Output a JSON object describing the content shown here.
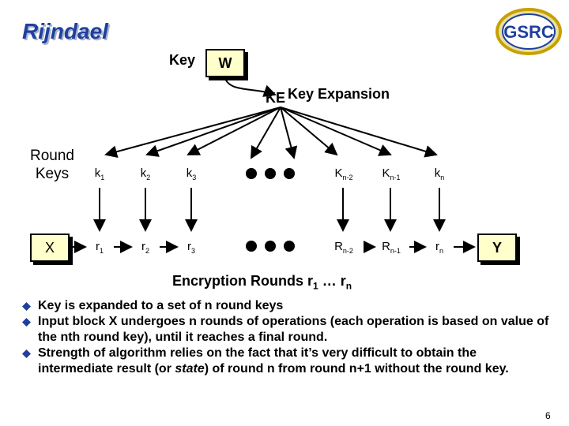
{
  "title": "Rijndael",
  "logo_text": "GSRC",
  "key_label": "Key",
  "w_label": "W",
  "ke_label": "KE",
  "key_expansion_label": "Key Expansion",
  "round_keys_label": [
    "Round",
    "Keys"
  ],
  "x_label": "X",
  "y_label": "Y",
  "key_cells": [
    {
      "base": "k",
      "sub": "1"
    },
    {
      "base": "k",
      "sub": "2"
    },
    {
      "base": "k",
      "sub": "3"
    },
    {
      "base": "K",
      "sub": "n-2"
    },
    {
      "base": "K",
      "sub": "n-1"
    },
    {
      "base": "k",
      "sub": "n"
    }
  ],
  "round_cells": [
    {
      "base": "r",
      "sub": "1"
    },
    {
      "base": "r",
      "sub": "2"
    },
    {
      "base": "r",
      "sub": "3"
    },
    {
      "base": "R",
      "sub": "n-2"
    },
    {
      "base": "R",
      "sub": "n-1"
    },
    {
      "base": "r",
      "sub": "n"
    }
  ],
  "encryption_rounds": {
    "prefix": "Encryption Rounds r",
    "sub1": "1",
    "mid": " … r",
    "sub2": "n"
  },
  "bullets": [
    [
      "Key is expanded to a set of n round keys"
    ],
    [
      "Input block X undergoes n rounds of operations (each operation is based on value of the nth round key), until it reaches a final round."
    ],
    [
      "Strength of algorithm relies on the fact that it’s very difficult to obtain the intermediate result (or ",
      "state",
      ") of round n from round n+1 without the round key."
    ]
  ],
  "page_number": "6",
  "colors": {
    "title": "#1f3f9f",
    "box_fill": "#ffffcc",
    "bullet": "#1f3f9f",
    "logo_ring": "#c8a000"
  }
}
